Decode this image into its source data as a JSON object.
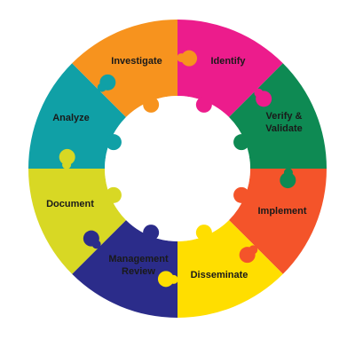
{
  "diagram": {
    "type": "puzzle-cycle",
    "segments": [
      {
        "id": "identify",
        "label": [
          "Identify"
        ],
        "color": "#EC1C8C"
      },
      {
        "id": "verify",
        "label": [
          "Verify &",
          "Validate"
        ],
        "color": "#0E8A53"
      },
      {
        "id": "implement",
        "label": [
          "Implement"
        ],
        "color": "#F4542A"
      },
      {
        "id": "disseminate",
        "label": [
          "Disseminate"
        ],
        "color": "#FFDE00"
      },
      {
        "id": "management-review",
        "label": [
          "Management",
          "Review"
        ],
        "color": "#2B2C8A"
      },
      {
        "id": "document",
        "label": [
          "Document"
        ],
        "color": "#D8D824"
      },
      {
        "id": "analyze",
        "label": [
          "Analyze"
        ],
        "color": "#10A0A6"
      },
      {
        "id": "investigate",
        "label": [
          "Investigate"
        ],
        "color": "#F7931E"
      }
    ],
    "center_color": "#FFFFFF"
  }
}
